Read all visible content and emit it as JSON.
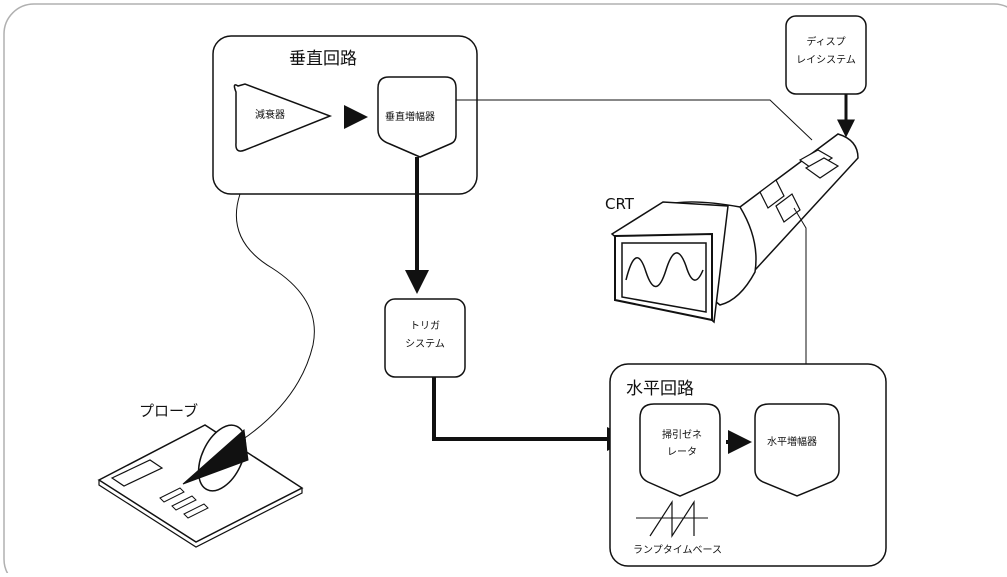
{
  "vertical_circuit": {
    "title": "垂直回路",
    "attenuator": "減衰器",
    "amplifier": "垂直増幅器"
  },
  "display_system": {
    "line1": "ディスプ",
    "line2": "レイシステム"
  },
  "crt": {
    "label": "CRT"
  },
  "trigger_system": {
    "line1": "トリガ",
    "line2": "システム"
  },
  "probe": {
    "label": "プローブ"
  },
  "horizontal_circuit": {
    "title": "水平回路",
    "sweep_generator_line1": "掃引ゼネ",
    "sweep_generator_line2": "レータ",
    "amplifier": "水平増幅器",
    "ramp_label": "ランプタイムベース"
  }
}
